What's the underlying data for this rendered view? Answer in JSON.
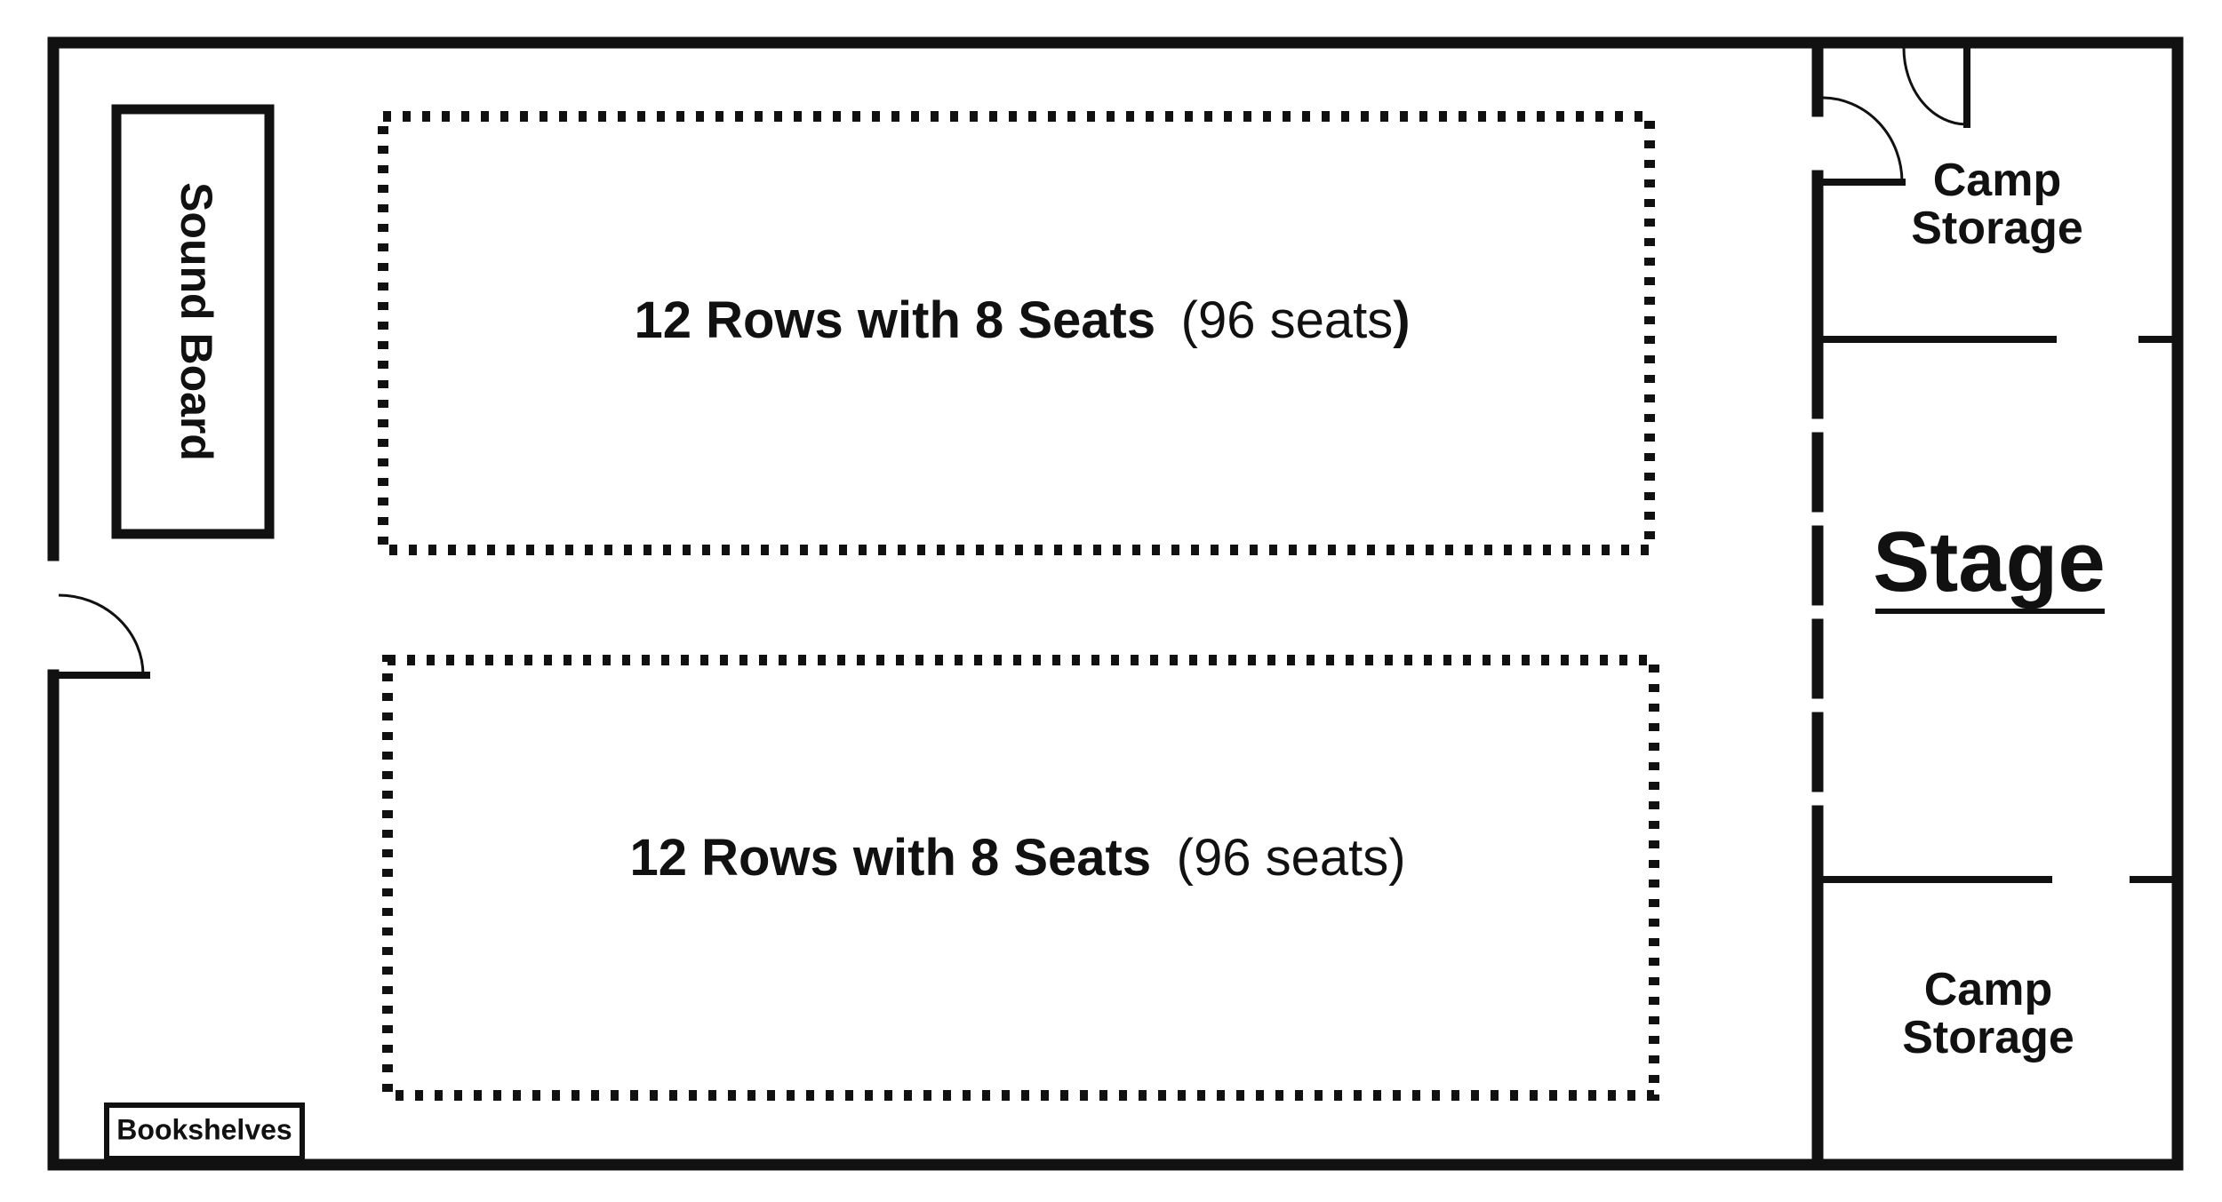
{
  "plan": {
    "sound_board": "Sound Board",
    "bookshelves": "Bookshelves",
    "seating": [
      {
        "main": "12 Rows with 8 Seats",
        "count": "(96 seats",
        "close": ")"
      },
      {
        "main": "12 Rows with 8 Seats",
        "count": "(96 seats)",
        "close": ""
      }
    ],
    "storage_top": {
      "line1": "Camp",
      "line2": "Storage"
    },
    "storage_bottom": {
      "line1": "Camp",
      "line2": "Storage"
    },
    "stage": "Stage"
  }
}
